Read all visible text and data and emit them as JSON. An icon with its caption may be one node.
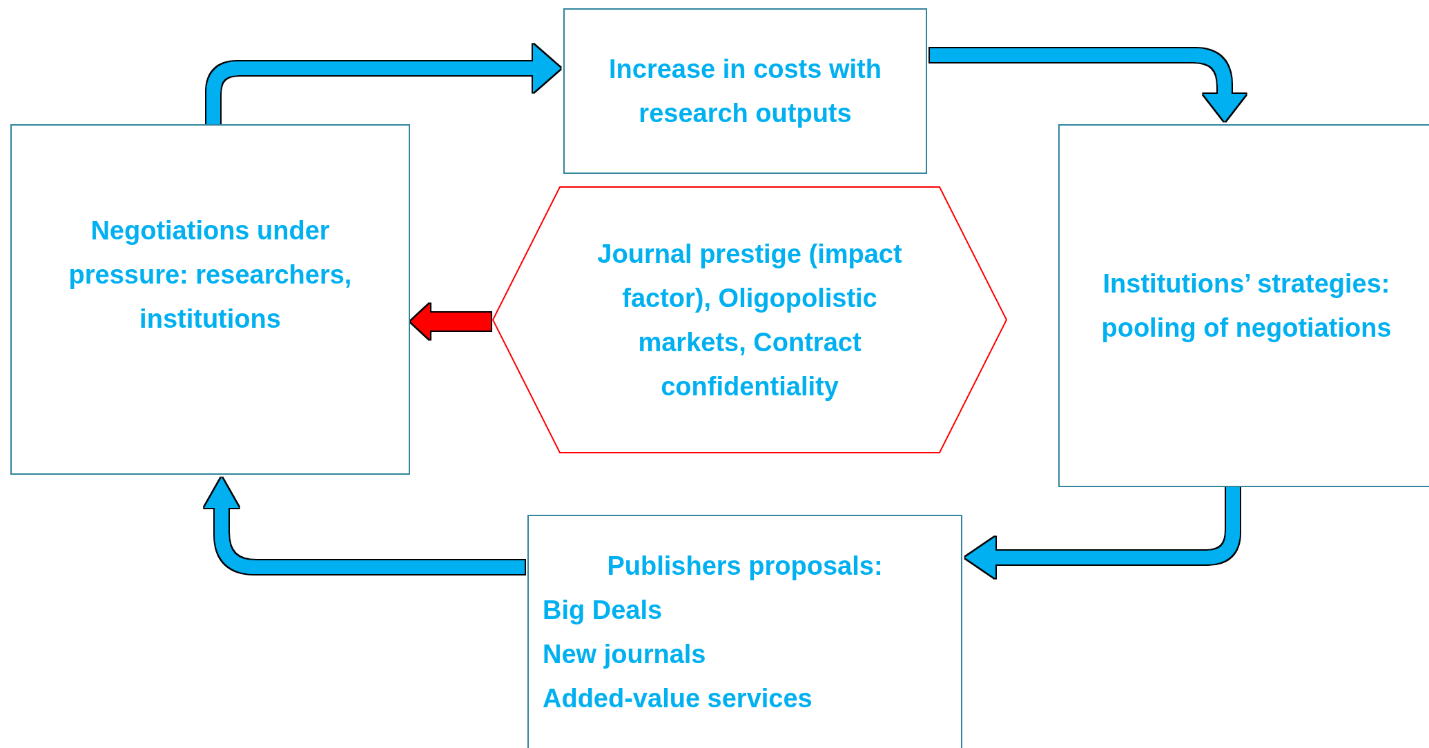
{
  "diagram": {
    "nodes": [
      {
        "text": [
          "Increase in costs with research outputs"
        ]
      },
      {
        "text": [
          "Negotiations under pressure: researchers, institutions"
        ]
      },
      {
        "text": [
          "Journal prestige (impact factor), Oligopolistic markets, Contract confidentiality"
        ]
      },
      {
        "text": [
          "Institutions’ strategies: pooling of negotiations"
        ]
      },
      {
        "text": [
          "Publishers proposals:",
          "Big Deals",
          "New journals",
          "Added-value services"
        ]
      }
    ],
    "edges": [
      {
        "from": 1,
        "to": 0,
        "arrow": "to"
      },
      {
        "from": 0,
        "to": 3,
        "arrow": "to"
      },
      {
        "from": 3,
        "to": 4,
        "arrow": "to"
      },
      {
        "from": 4,
        "to": 1,
        "arrow": "to"
      },
      {
        "from": 2,
        "to": 1,
        "arrow": "to",
        "color": "#ff0000"
      }
    ]
  }
}
